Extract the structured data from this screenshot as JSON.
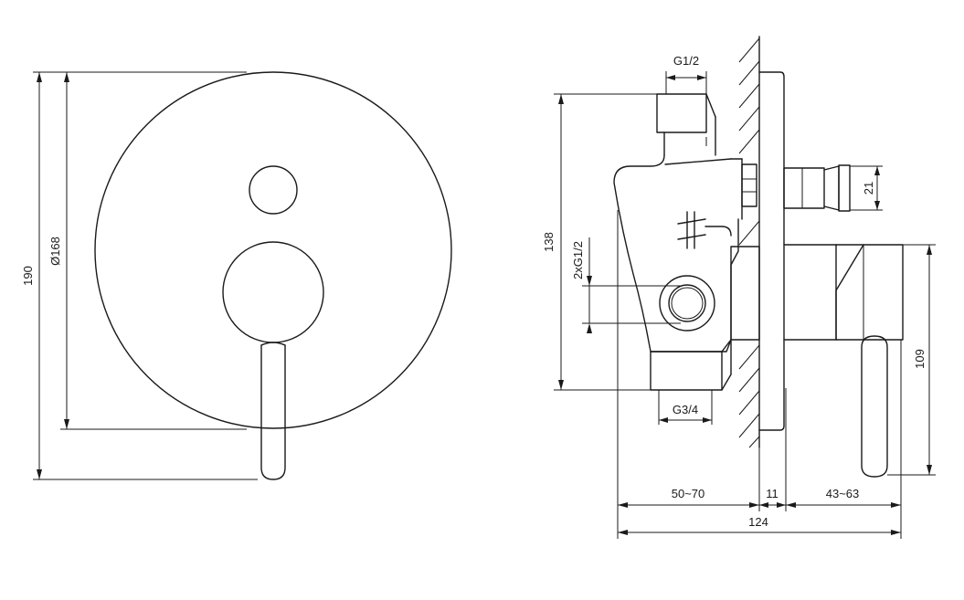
{
  "front_view": {
    "dim_overall_height": "190",
    "dim_plate_diameter": "Ø168"
  },
  "side_view": {
    "dim_top_inlet": "G1/2",
    "dim_side_inlets": "2xG1/2",
    "dim_bottom_outlet": "G3/4",
    "dim_body_height": "138",
    "dim_spindle": "21",
    "dim_handle_height": "109",
    "dim_wall_depth": "50~70",
    "dim_plate": "11",
    "dim_handle_reach": "43~63",
    "dim_total_depth": "124"
  }
}
